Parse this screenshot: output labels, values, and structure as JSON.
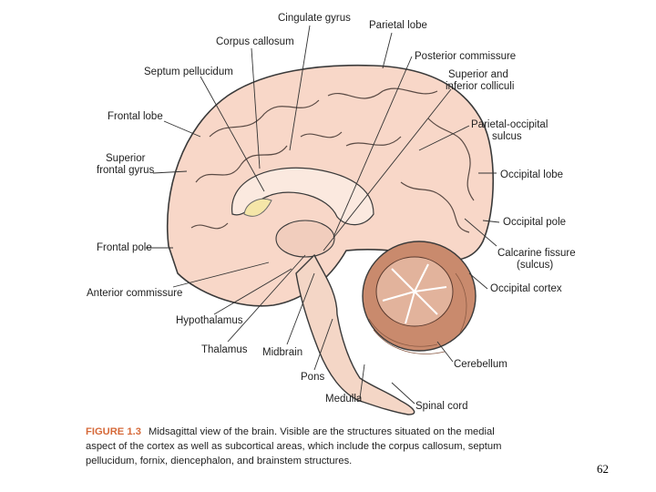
{
  "labels": {
    "cingulate_gyrus": "Cingulate gyrus",
    "parietal_lobe": "Parietal lobe",
    "corpus_callosum": "Corpus callosum",
    "posterior_commissure": "Posterior commissure",
    "septum_pellucidum": "Septum pellucidum",
    "colliculi_line1": "Superior and",
    "colliculi_line2": "inferior colliculi",
    "frontal_lobe": "Frontal lobe",
    "parieto_occipital_line1": "Parietal-occipital",
    "parieto_occipital_line2": "sulcus",
    "superior_frontal_line1": "Superior",
    "superior_frontal_line2": "frontal gyrus",
    "occipital_lobe": "Occipital lobe",
    "occipital_pole": "Occipital pole",
    "frontal_pole": "Frontal pole",
    "calcarine_line1": "Calcarine fissure",
    "calcarine_line2": "(sulcus)",
    "occipital_cortex": "Occipital cortex",
    "anterior_commissure": "Anterior commissure",
    "hypothalamus": "Hypothalamus",
    "thalamus": "Thalamus",
    "midbrain": "Midbrain",
    "pons": "Pons",
    "cerebellum": "Cerebellum",
    "medulla": "Medulla",
    "spinal_cord": "Spinal cord"
  },
  "caption": {
    "figure_number": "FIGURE 1.3",
    "text": "Midsagittal view of the brain. Visible are the structures situated on the medial aspect of the cortex as well as subcortical areas, which include the corpus callosum, septum pellucidum, fornix, diencephalon, and brainstem structures."
  },
  "page_number": "62",
  "colors": {
    "cortex_fill": "#f8d7c8",
    "cortex_outline": "#3a3a3a",
    "cerebellum_fill": "#c98a6d",
    "figure_label": "#d66a3a"
  }
}
